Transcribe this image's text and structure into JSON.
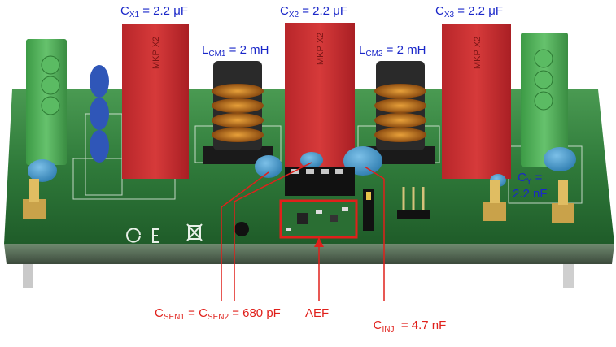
{
  "labels": {
    "cx1": {
      "main": "C",
      "sub": "X1",
      "rest": " = 2.2 μF"
    },
    "cx2": {
      "main": "C",
      "sub": "X2",
      "rest": " = 2.2 μF"
    },
    "cx3": {
      "main": "C",
      "sub": "X3",
      "rest": " = 2.2 μF"
    },
    "lcm1": {
      "main": "L",
      "sub": "CM1",
      "rest": " = 2 mH"
    },
    "lcm2": {
      "main": "L",
      "sub": "CM2",
      "rest": " = 2 mH"
    },
    "cy": {
      "main": "C",
      "sub": "Y",
      "rest": " =",
      "line2": "2.2 nF"
    },
    "csen": {
      "main1": "C",
      "sub1": "SEN1",
      "mid": " = C",
      "sub2": "SEN2",
      "rest": " = 680 pF"
    },
    "aef": "AEF",
    "cinj": {
      "main": "C",
      "sub": "INJ",
      "rest": "  = 4.7 nF"
    }
  },
  "colors": {
    "label_blue": "#1a27c9",
    "label_red": "#e0201b",
    "pcb_green": "#2f7a3a",
    "capacitor_red": "#cf2d2f",
    "terminal_green": "#52b35a",
    "ceramic_blue": "#3d8fc4"
  }
}
